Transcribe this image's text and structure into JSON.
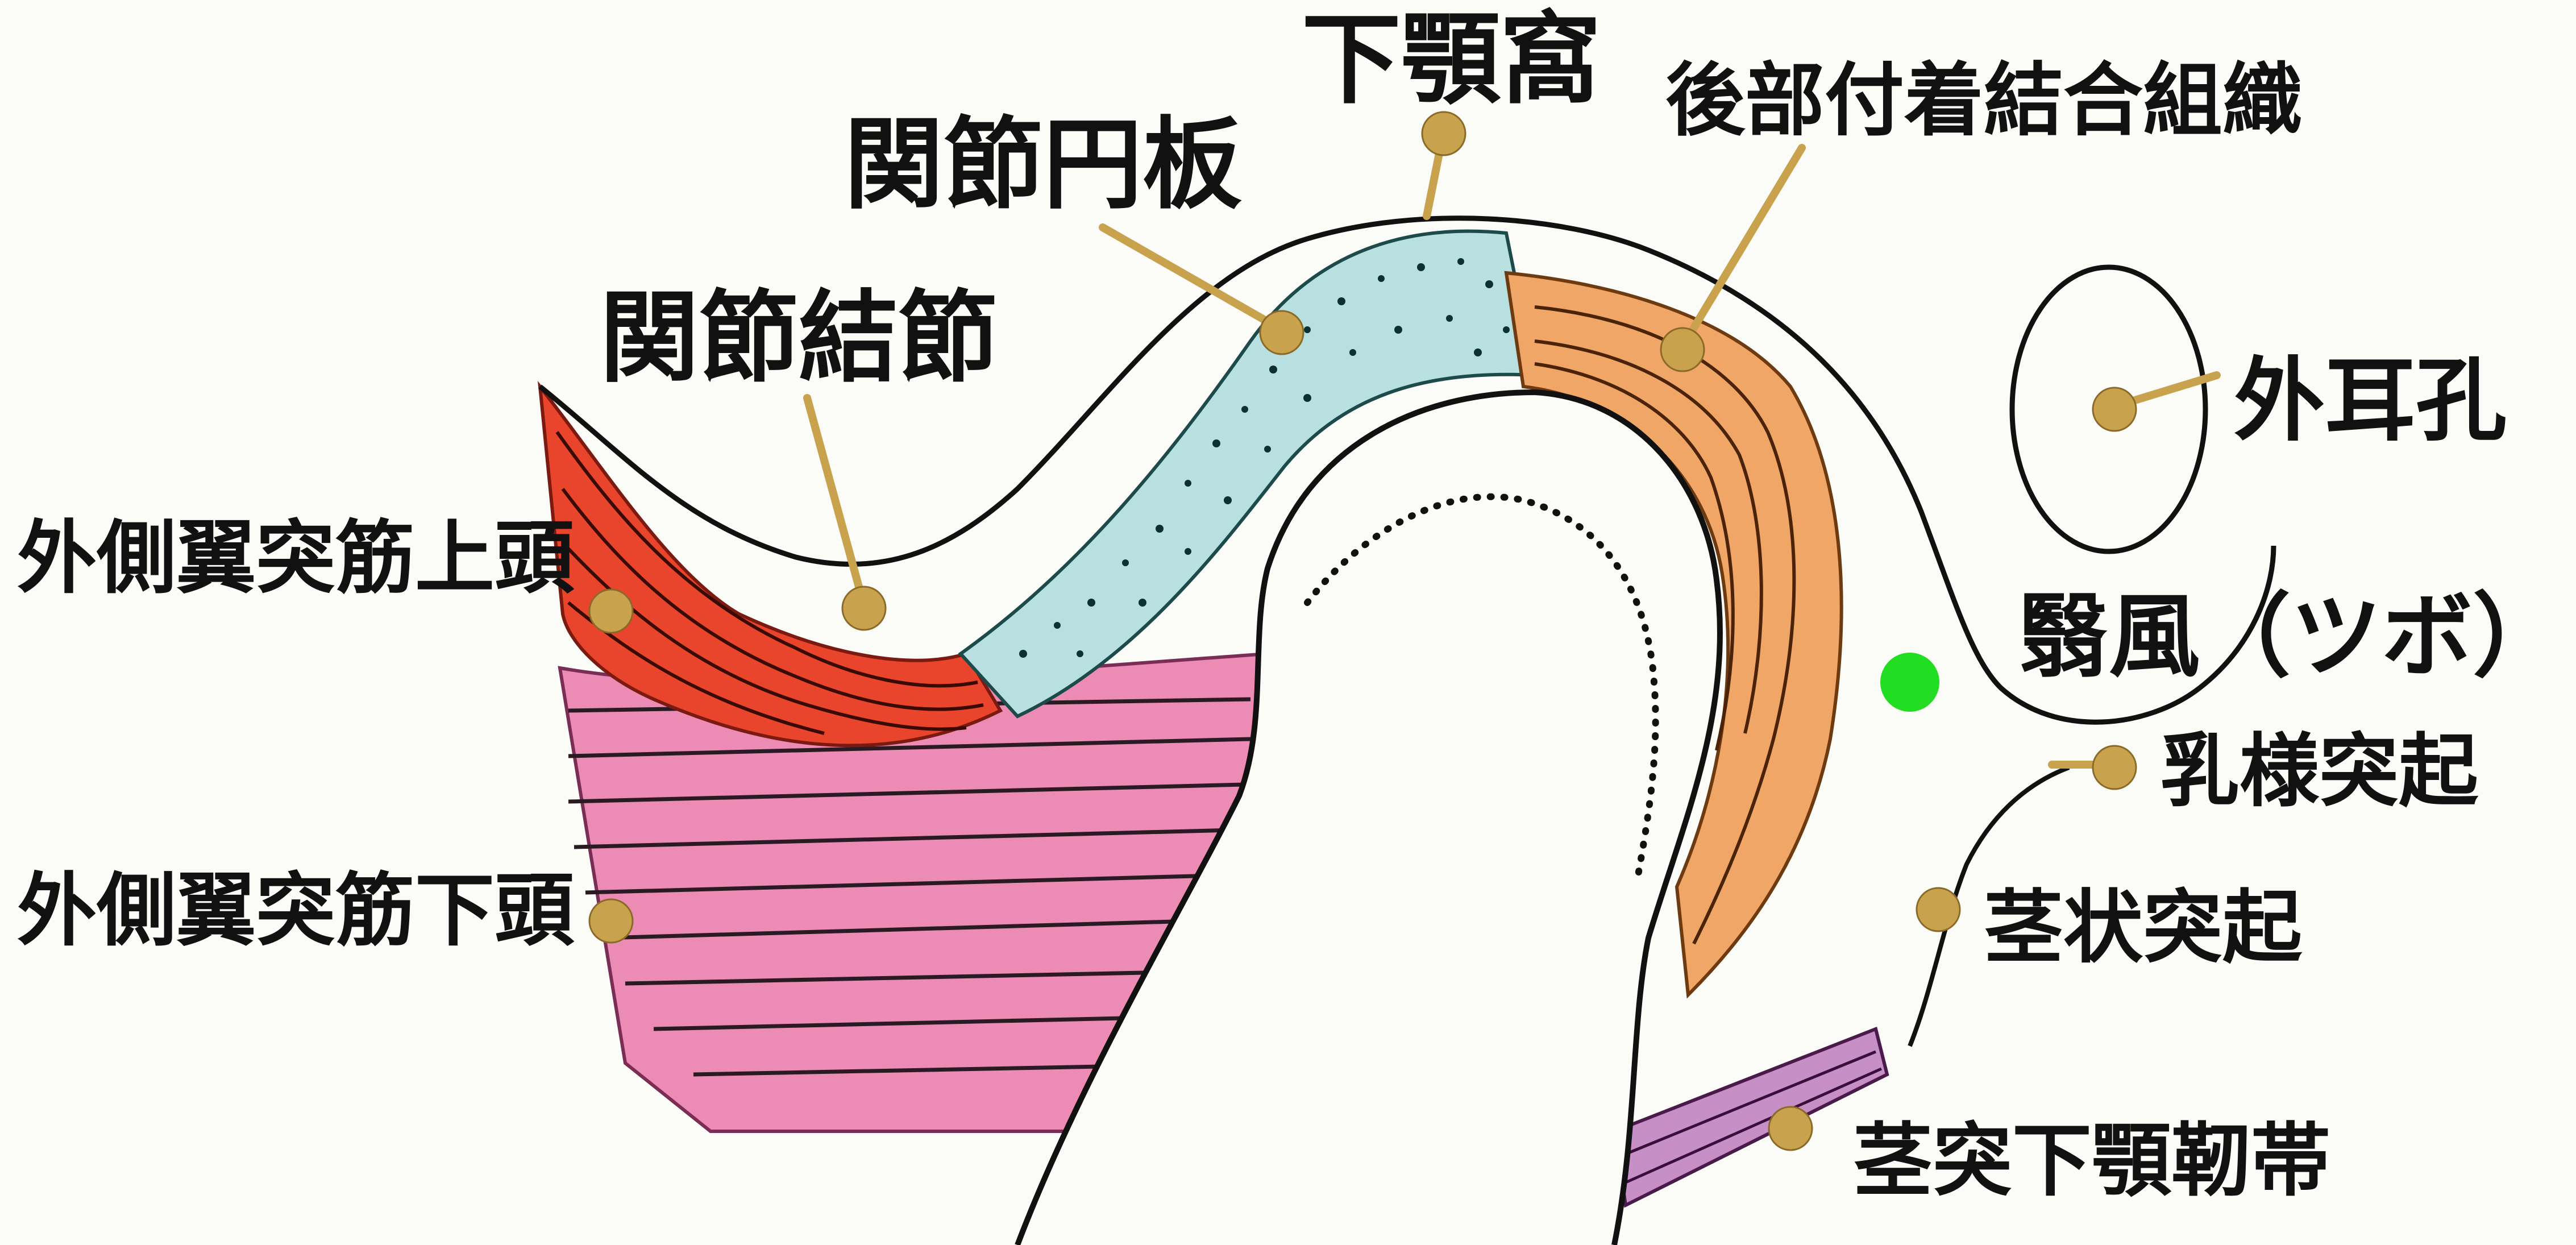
{
  "labels": {
    "mandibular_fossa": "下顎窩",
    "articular_disc": "関節円板",
    "retrodiscal_tissue": "後部付着結合組織",
    "articular_eminence": "関節結節",
    "external_acoustic_meatus": "外耳孔",
    "lateral_pterygoid_superior": "外側翼突筋上頭",
    "yifeng_point": "翳風（ツボ）",
    "mastoid_process": "乳様突起",
    "lateral_pterygoid_inferior": "外側翼突筋下頭",
    "styloid_process": "茎状突起",
    "stylomandibular_ligament": "茎突下顎靭帯"
  },
  "colors": {
    "superior_head": "#e8452c",
    "inferior_head": "#ec8cb4",
    "disc": "#b9e0e0",
    "retrodiscal": "#f0a666",
    "ligament": "#c690c6",
    "marker": "#c9a24e",
    "acupoint": "#22dd22"
  }
}
